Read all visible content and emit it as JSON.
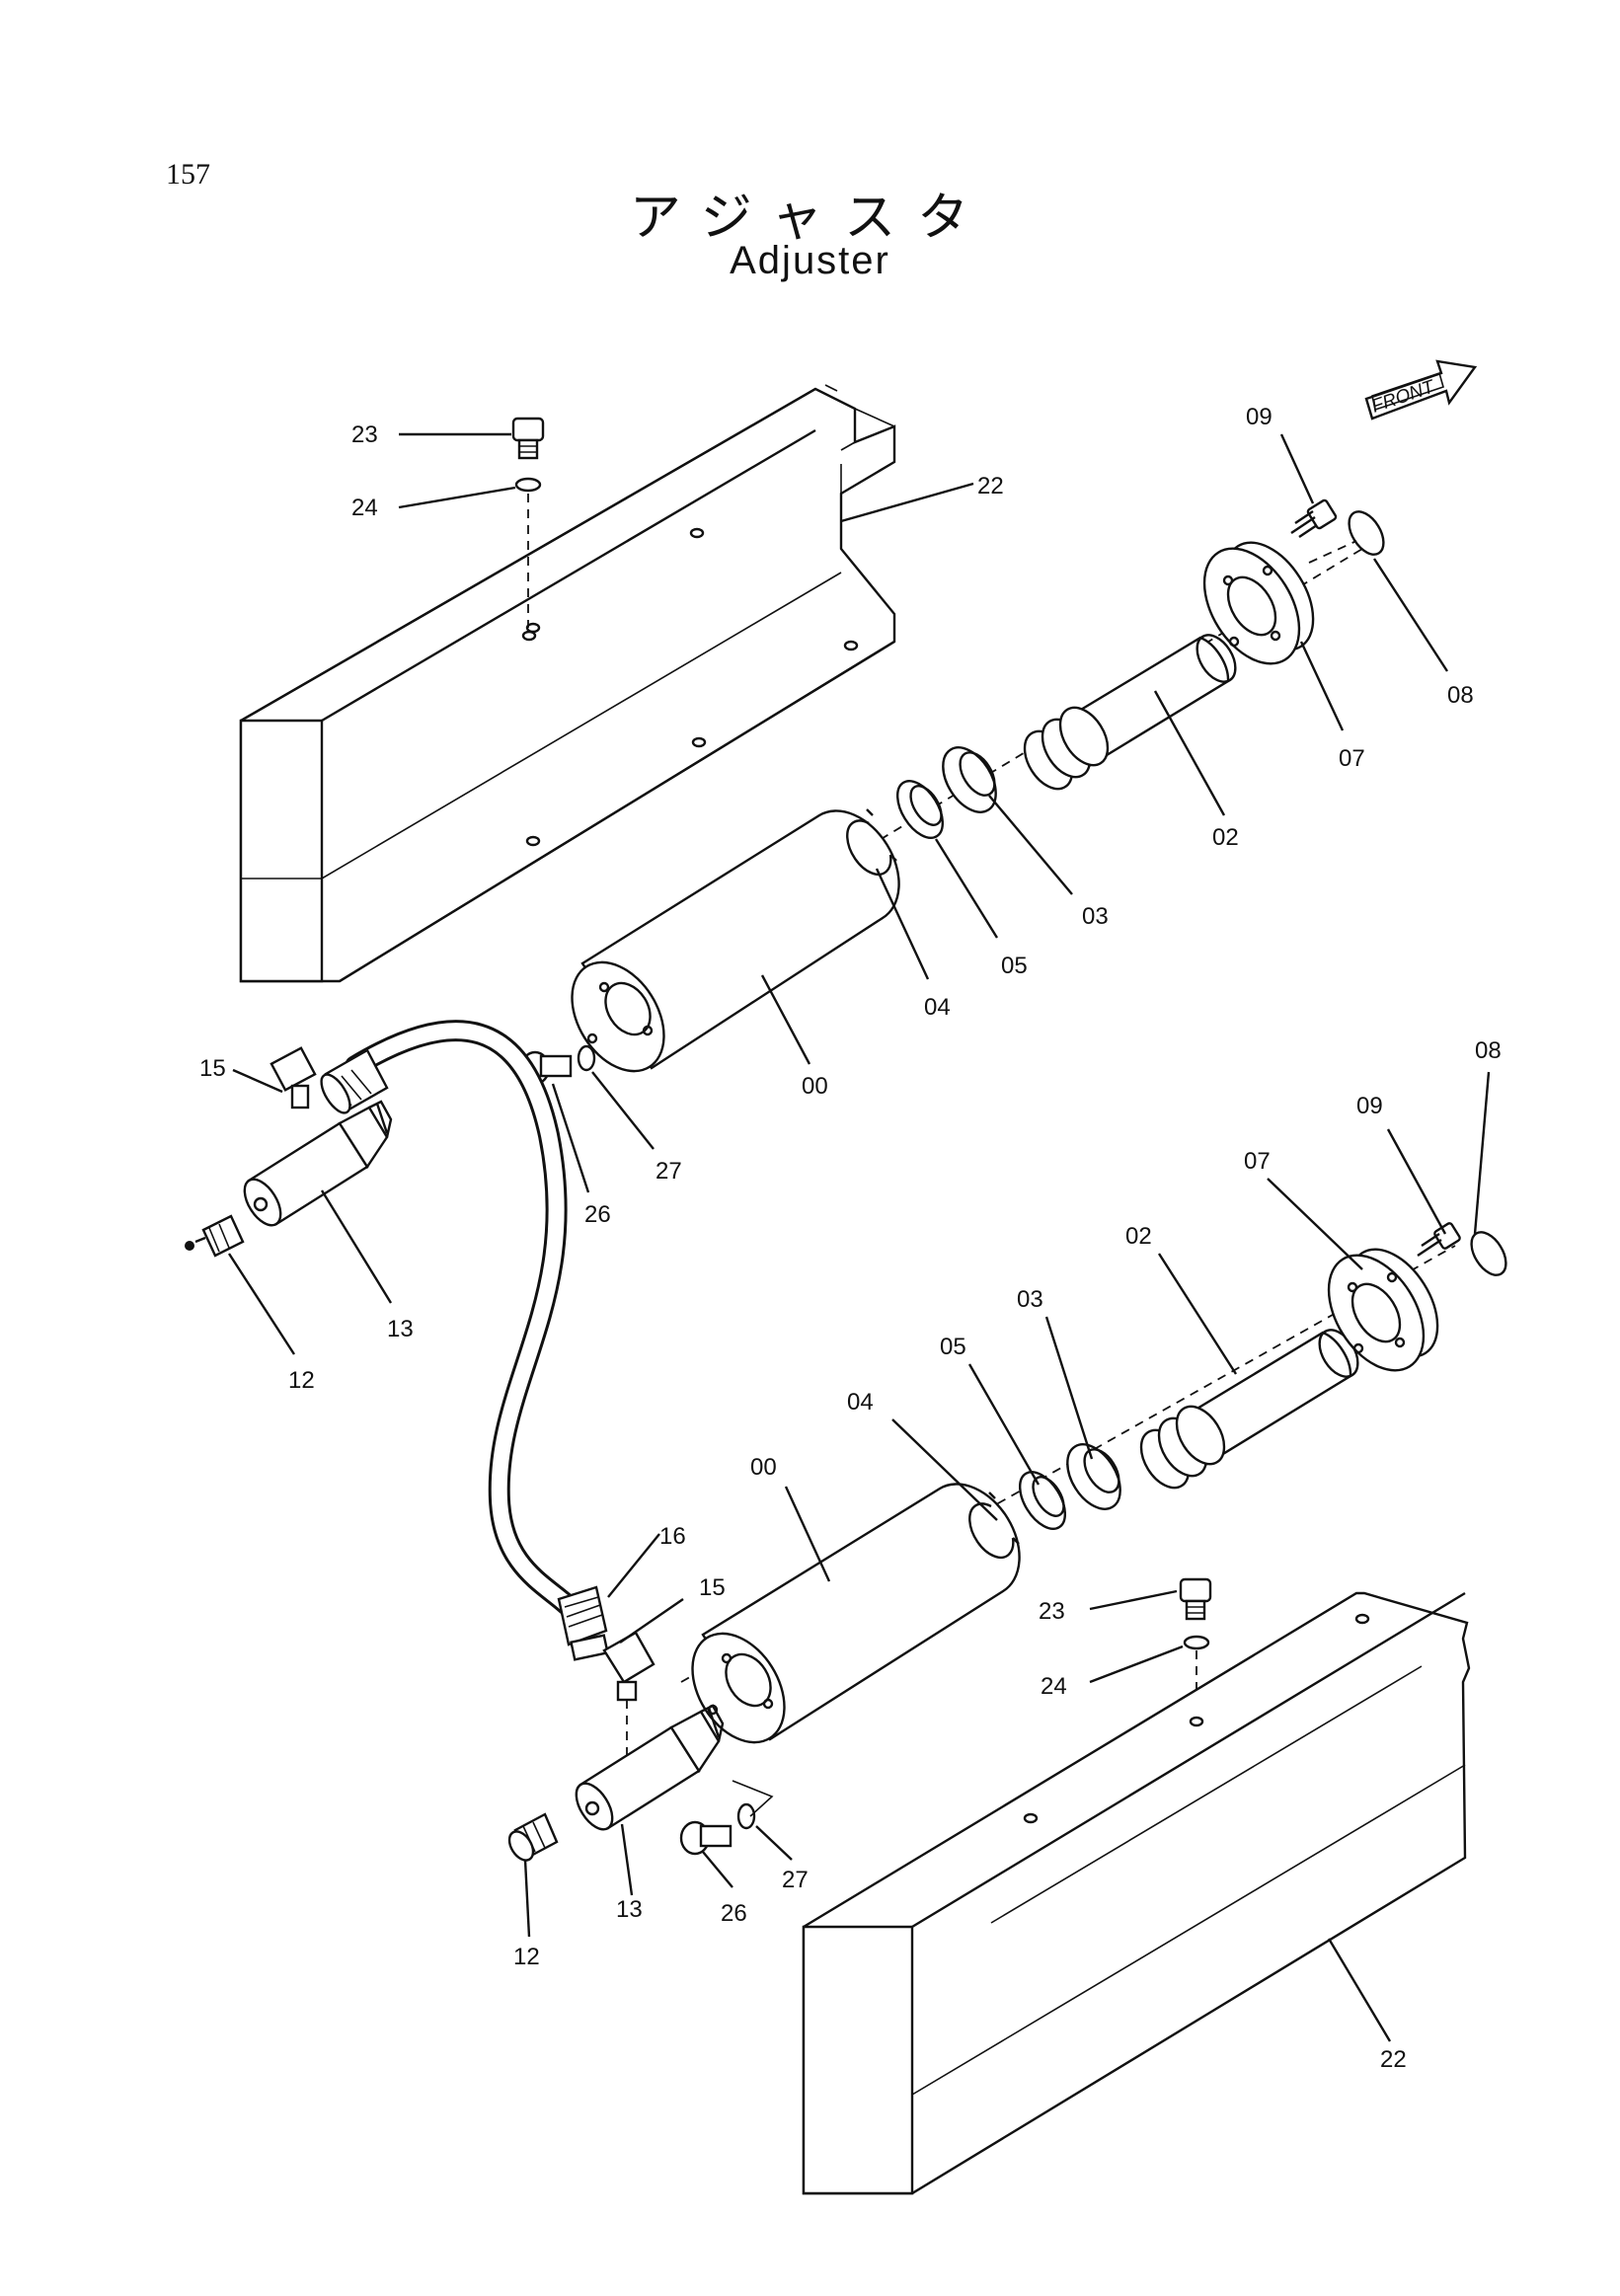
{
  "page_number": "157",
  "title_jp": "アジャスタ",
  "title_en": "Adjuster",
  "front_marker": "FRONT",
  "callouts": [
    {
      "id": "c23a",
      "label": "23"
    },
    {
      "id": "c24a",
      "label": "24"
    },
    {
      "id": "c22a",
      "label": "22"
    },
    {
      "id": "c09a",
      "label": "09"
    },
    {
      "id": "c08a",
      "label": "08"
    },
    {
      "id": "c07a",
      "label": "07"
    },
    {
      "id": "c02a",
      "label": "02"
    },
    {
      "id": "c03a",
      "label": "03"
    },
    {
      "id": "c05a",
      "label": "05"
    },
    {
      "id": "c04a",
      "label": "04"
    },
    {
      "id": "c00a",
      "label": "00"
    },
    {
      "id": "c27a",
      "label": "27"
    },
    {
      "id": "c26a",
      "label": "26"
    },
    {
      "id": "c15a",
      "label": "15"
    },
    {
      "id": "c13a",
      "label": "13"
    },
    {
      "id": "c12a",
      "label": "12"
    },
    {
      "id": "c08b",
      "label": "08"
    },
    {
      "id": "c09b",
      "label": "09"
    },
    {
      "id": "c07b",
      "label": "07"
    },
    {
      "id": "c02b",
      "label": "02"
    },
    {
      "id": "c03b",
      "label": "03"
    },
    {
      "id": "c05b",
      "label": "05"
    },
    {
      "id": "c04b",
      "label": "04"
    },
    {
      "id": "c00b",
      "label": "00"
    },
    {
      "id": "c16b",
      "label": "16"
    },
    {
      "id": "c15b",
      "label": "15"
    },
    {
      "id": "c23b",
      "label": "23"
    },
    {
      "id": "c24b",
      "label": "24"
    },
    {
      "id": "c27b",
      "label": "27"
    },
    {
      "id": "c26b",
      "label": "26"
    },
    {
      "id": "c13b",
      "label": "13"
    },
    {
      "id": "c12b",
      "label": "12"
    },
    {
      "id": "c22b",
      "label": "22"
    }
  ]
}
